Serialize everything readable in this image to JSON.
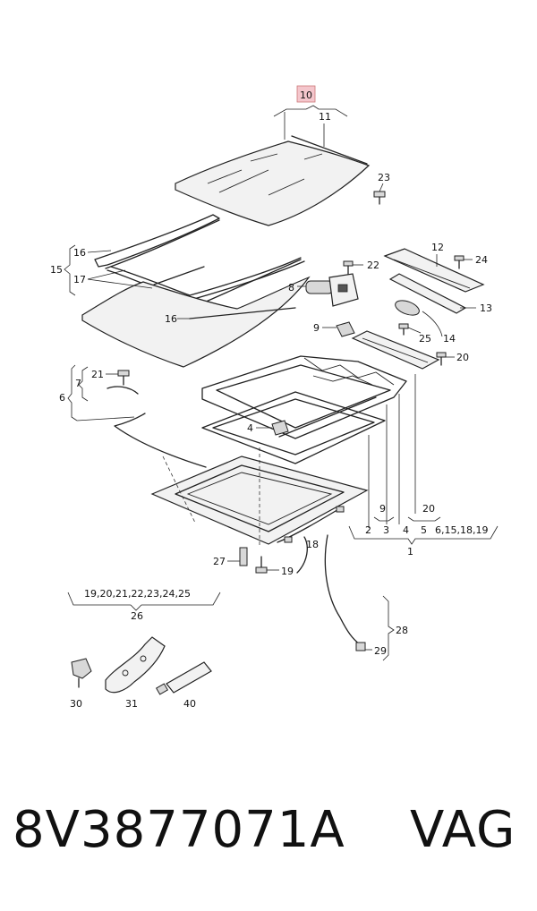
{
  "labels": {
    "l10": "10",
    "l11": "11",
    "l23": "23",
    "l16a": "16",
    "l15": "15",
    "l17": "17",
    "l16b": "16",
    "l12": "12",
    "l24": "24",
    "l22": "22",
    "l8": "8",
    "l13": "13",
    "l9a": "9",
    "l25": "25",
    "l14": "14",
    "l20a": "20",
    "l21": "21",
    "l7": "7",
    "l6": "6",
    "l4": "4",
    "l9b": "9",
    "l20b": "20",
    "l2": "2",
    "l3": "3",
    "l4b": "4",
    "l5": "5",
    "l6b": "6,15,18,19",
    "l1": "1",
    "l18": "18",
    "l27": "27",
    "l19": "19",
    "l26a": "19,20,21,22,23,24,25",
    "l26": "26",
    "l28": "28",
    "l29": "29",
    "l30": "30",
    "l31": "31",
    "l40": "40"
  },
  "highlight_color": "#f4c6cc",
  "footer": {
    "part_number": "8V3877071A",
    "brand": "VAG"
  }
}
